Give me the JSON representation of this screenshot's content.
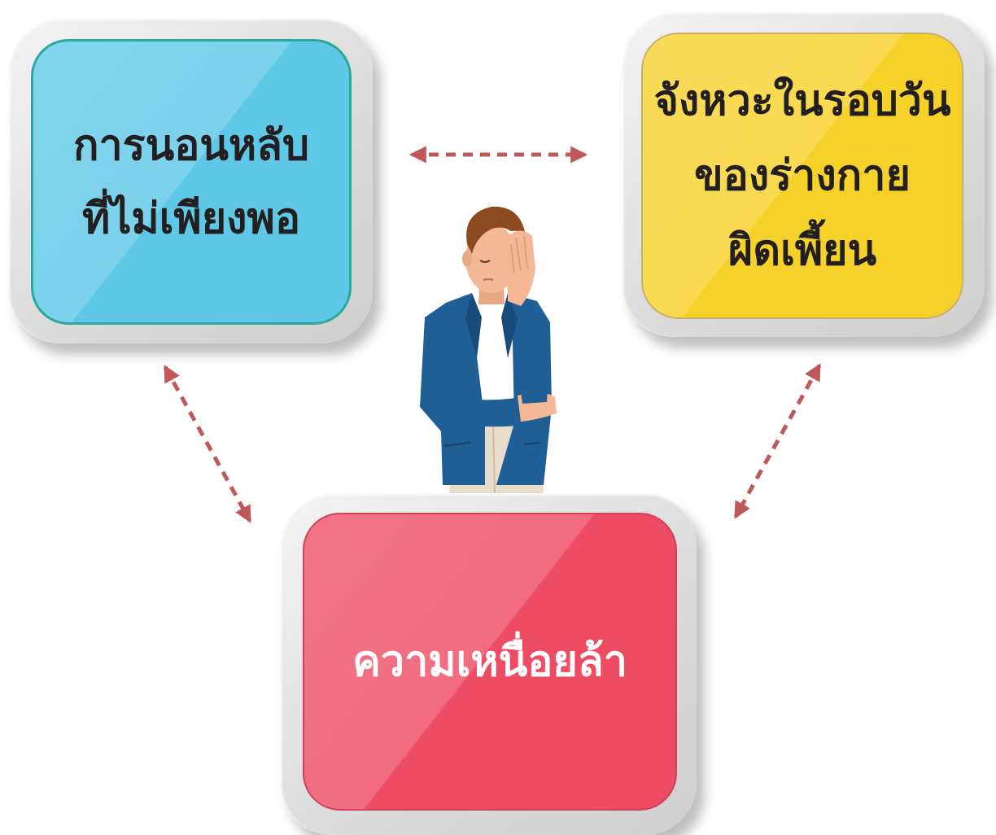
{
  "boxes": {
    "sleep": {
      "line1": "การนอนหลับ",
      "line2": "ที่ไม่เพียงพอ",
      "color": "#5ec8e6"
    },
    "rhythm": {
      "line1": "จังหวะในรอบวัน",
      "line2": "ของร่างกาย",
      "line3": "ผิดเพี้ยน",
      "color": "#f6d12a"
    },
    "fatigue": {
      "line1": "ความเหนื่อยล้า",
      "color": "#ee4c65"
    }
  },
  "connectors": {
    "style": "dashed double-headed arrow",
    "color": "#c0585a",
    "links": [
      {
        "from": "sleep",
        "to": "rhythm"
      },
      {
        "from": "sleep",
        "to": "fatigue"
      },
      {
        "from": "rhythm",
        "to": "fatigue"
      }
    ]
  },
  "illustration": {
    "icon": "tired-person-icon",
    "colors": {
      "jacket": "#1f5f96",
      "hair": "#8b4a1f",
      "skin": "#f4b896",
      "shirt": "#ffffff",
      "trousers": "#e8dccb"
    }
  }
}
